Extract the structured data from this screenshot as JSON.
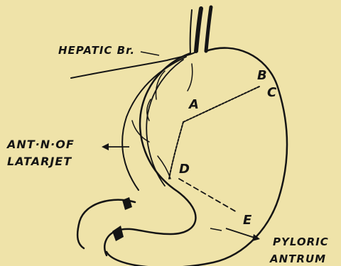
{
  "labels": {
    "hepatic": "HEPATIC Br.",
    "nerve_line1": "ANT·N·OF",
    "nerve_line2": "LATARJET",
    "pyloric_line1": "PYLORIC",
    "pyloric_line2": "ANTRUM"
  },
  "points": {
    "a": "A",
    "b": "B",
    "c": "C",
    "d": "D",
    "e": "E"
  },
  "colors": {
    "paper": "#efe3a9",
    "ink": "#151515"
  }
}
